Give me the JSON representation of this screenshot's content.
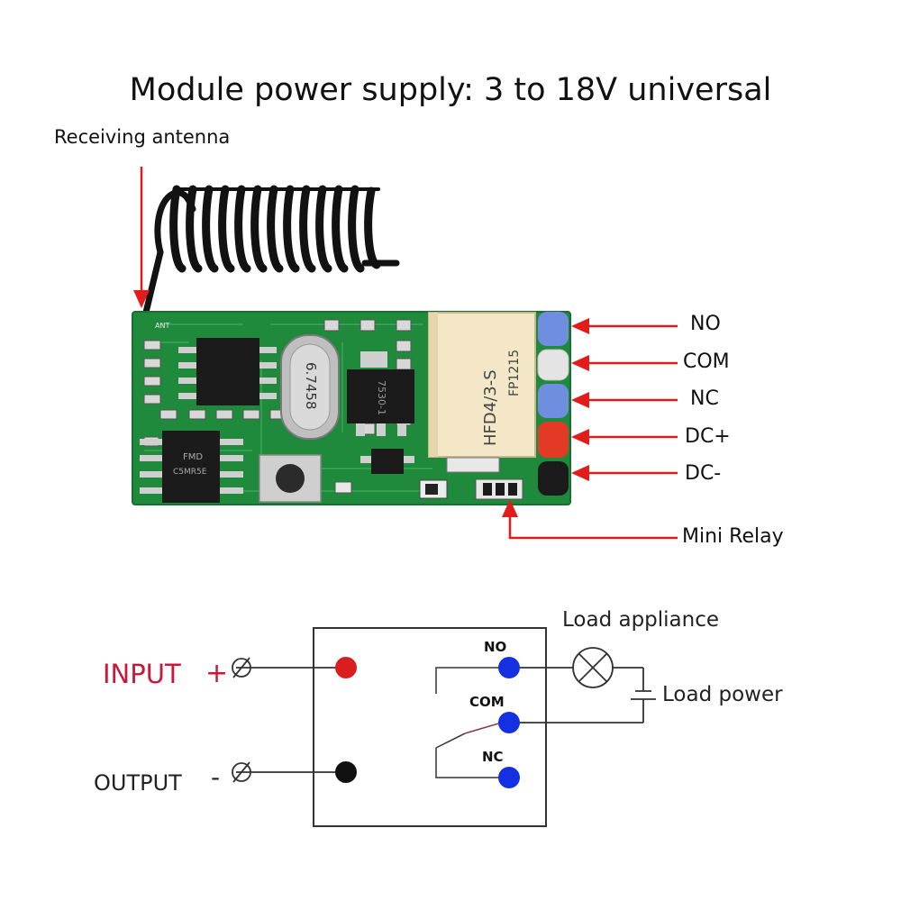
{
  "title": "Module power supply: 3 to 18V universal",
  "antenna_label": "Receiving antenna",
  "pins": [
    "NO",
    "COM",
    "NC",
    "DC+",
    "DC-"
  ],
  "relay_label": "Mini Relay",
  "chip_texts": {
    "crystal": "6.7458",
    "regulator": "7530-1",
    "relay_model": "HFD4/3-S",
    "relay_code": "FP1215",
    "ic_brand": "FMD",
    "ic_code": "C5MR5E",
    "ant_pad": "ANT"
  },
  "wiring": {
    "input_label": "INPUT",
    "input_sign": "+",
    "output_label": "OUTPUT",
    "output_sign": "-",
    "terminals": [
      "NO",
      "COM",
      "NC"
    ],
    "load_appliance": "Load appliance",
    "load_power": "Load power"
  },
  "colors": {
    "pcb": "#1f8a3c",
    "arrow": "#e21b1b",
    "input_text": "#c8193a",
    "terminal_blue": "#1530e0",
    "terminal_red": "#d81e1e"
  }
}
